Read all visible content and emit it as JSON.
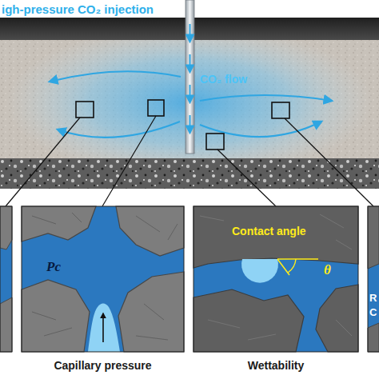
{
  "diagram": {
    "nodes": [
      {
        "text": [
          "igh-pressure CO₂ injection",
          "CO₂ flow"
        ]
      },
      {
        "text": [
          "Pc",
          "Capillary pressure"
        ]
      },
      {
        "text": [
          "Contact angle",
          "θ",
          "Wettability"
        ]
      },
      {
        "text": [
          "R",
          "C"
        ]
      }
    ]
  }
}
